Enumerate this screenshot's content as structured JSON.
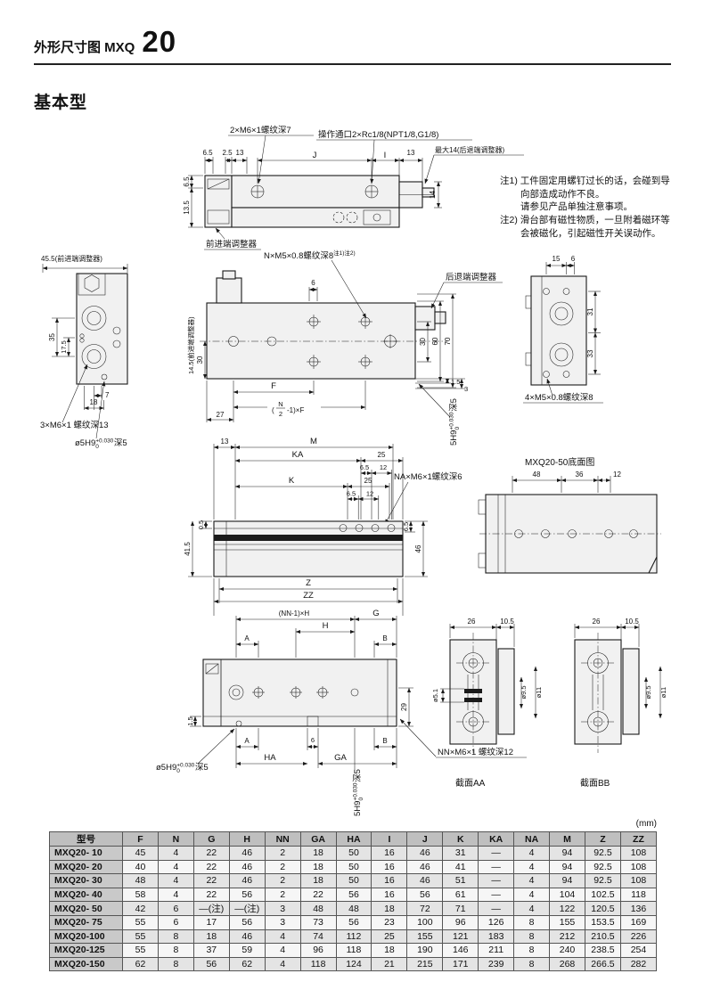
{
  "page": {
    "title_prefix": "外形尺寸图 MXQ",
    "title_size": "20",
    "section": "基本型",
    "unit": "(mm)"
  },
  "notes": {
    "l1": "注1) 工件固定用螺钉过长的话，会碰到导",
    "l2": "向部造成动作不良。",
    "l3": "请参见产品单独注意事项。",
    "l4": "注2) 滑台部有磁性物质，一旦附着磁环等",
    "l5": "会被磁化，引起磁性开关误动作。"
  },
  "side_view": {
    "thread_label": "2×M6×1螺纹深7",
    "port_label": "操作通口2×Rc1/8(NPT1/8,G1/8)",
    "max_label": "最大14(后退端调整器)",
    "front_adjuster": "前进端调整器",
    "d6_5a": "6.5",
    "d2_5": "2.5",
    "d13a": "13",
    "dJ": "J",
    "dI": "I",
    "d13b": "13",
    "d6_5b": "6.5",
    "d13_5": "13.5",
    "d14": "14"
  },
  "left_view": {
    "top_label": "45.5(前进端调整器)",
    "d35": "35",
    "d17_5": "17.5",
    "d7": "7",
    "d18": "18",
    "thread_label": "3×M6×1 螺纹深13",
    "pin_dia": "ø5H9",
    "tol_sup": "+0.030",
    "tol_sub": "0",
    "pin_depth": "深5"
  },
  "top_view": {
    "thread_label": "N×M5×0.8螺纹深8",
    "thread_note": "注1)注2)",
    "rear_adjuster": "后退端调整器",
    "left_label": "14.5(前进端调整器)",
    "d6": "6",
    "d30l": "30",
    "d30r": "30",
    "d60": "60",
    "d70": "70",
    "dF": "F",
    "f_open": "(",
    "f_num": "N",
    "f_den": "2",
    "f_rest": "-1)×F",
    "d27": "27",
    "d1_5": "1.5",
    "d3": "3",
    "pin_dia": "5H9",
    "tol_sup": "+0.030",
    "tol_sub": "0",
    "pin_depth": "深5"
  },
  "right_view": {
    "d15": "15",
    "d6": "6",
    "d31": "31",
    "d33": "33",
    "thread_label": "4×M5×0.8螺纹深8"
  },
  "bottom_view": {
    "d13": "13",
    "dM": "M",
    "dKA": "KA",
    "d25a": "25",
    "d6_5a": "6.5",
    "d12a": "12",
    "dK": "K",
    "d25b": "25",
    "d6_5b": "6.5",
    "d12b": "12",
    "thread_label": "NA×M6×1螺纹深6",
    "d0_5": "0.5",
    "d41_5": "41.5",
    "d6_5r": "6.5",
    "d46": "46",
    "dZ": "Z",
    "dZZ": "ZZ"
  },
  "mxq50_view": {
    "caption": "MXQ20-50底面图",
    "d48": "48",
    "d36": "36",
    "d12": "12"
  },
  "front_view": {
    "dNNH": "(NN-1)×H",
    "dG": "G",
    "dH": "H",
    "dAt": "A",
    "dBt": "B",
    "d1_5": "1.5",
    "d29": "29",
    "dAb": "A",
    "d6": "6",
    "dBb": "B",
    "dHA": "HA",
    "dGA": "GA",
    "pin_dia": "ø5H9",
    "tol_sup": "+0.030",
    "tol_sub": "0",
    "pin_depth": "深5",
    "pin2_dia": "5H9",
    "pin2_depth": "深5",
    "thread_label": "NN×M6×1 螺纹深12"
  },
  "section_aa": {
    "d26": "26",
    "d10_5": "10.5",
    "dia5_1": "ø5.1",
    "dia9_5": "ø9.5",
    "dia11": "ø11",
    "caption": "截面AA"
  },
  "section_bb": {
    "d26": "26",
    "d10_5": "10.5",
    "dia9_5": "ø9.5",
    "dia11": "ø11",
    "caption": "截面BB"
  },
  "table": {
    "headers": [
      "型号",
      "F",
      "N",
      "G",
      "H",
      "NN",
      "GA",
      "HA",
      "I",
      "J",
      "K",
      "KA",
      "NA",
      "M",
      "Z",
      "ZZ"
    ],
    "rows": [
      [
        "MXQ20- 10",
        "45",
        "4",
        "22",
        "46",
        "2",
        "18",
        "50",
        "16",
        "46",
        "31",
        "—",
        "4",
        "94",
        "92.5",
        "108"
      ],
      [
        "MXQ20- 20",
        "40",
        "4",
        "22",
        "46",
        "2",
        "18",
        "50",
        "16",
        "46",
        "41",
        "—",
        "4",
        "94",
        "92.5",
        "108"
      ],
      [
        "MXQ20- 30",
        "48",
        "4",
        "22",
        "46",
        "2",
        "18",
        "50",
        "16",
        "46",
        "51",
        "—",
        "4",
        "94",
        "92.5",
        "108"
      ],
      [
        "MXQ20- 40",
        "58",
        "4",
        "22",
        "56",
        "2",
        "22",
        "56",
        "16",
        "56",
        "61",
        "—",
        "4",
        "104",
        "102.5",
        "118"
      ],
      [
        "MXQ20- 50",
        "42",
        "6",
        "—(注)",
        "—(注)",
        "3",
        "48",
        "48",
        "18",
        "72",
        "71",
        "—",
        "4",
        "122",
        "120.5",
        "136"
      ],
      [
        "MXQ20- 75",
        "55",
        "6",
        "17",
        "56",
        "3",
        "73",
        "56",
        "23",
        "100",
        "96",
        "126",
        "8",
        "155",
        "153.5",
        "169"
      ],
      [
        "MXQ20-100",
        "55",
        "8",
        "18",
        "46",
        "4",
        "74",
        "112",
        "25",
        "155",
        "121",
        "183",
        "8",
        "212",
        "210.5",
        "226"
      ],
      [
        "MXQ20-125",
        "55",
        "8",
        "37",
        "59",
        "4",
        "96",
        "118",
        "18",
        "190",
        "146",
        "211",
        "8",
        "240",
        "238.5",
        "254"
      ],
      [
        "MXQ20-150",
        "62",
        "8",
        "56",
        "62",
        "4",
        "118",
        "124",
        "21",
        "215",
        "171",
        "239",
        "8",
        "268",
        "266.5",
        "282"
      ]
    ]
  }
}
